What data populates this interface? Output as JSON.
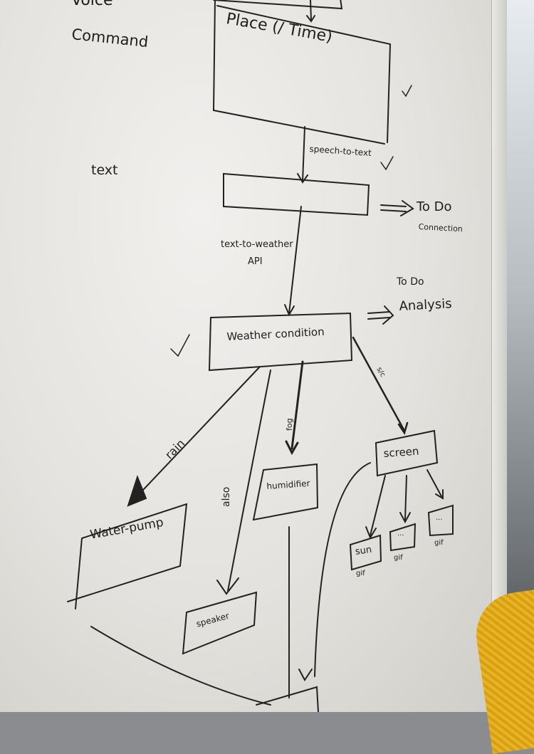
{
  "left_labels": {
    "voice": "Voice",
    "command": "Command",
    "text": "text"
  },
  "boxes": {
    "place_time": "Place (/ Time)",
    "weather_condition": "Weather condition",
    "screen": "screen",
    "humidifier": "humidifier",
    "water_pump": "Water-pump",
    "speaker": "speaker",
    "sun": "sun",
    "gif_placeholder": "..."
  },
  "arrows": {
    "speech_to_text": "speech-to-text",
    "text_to_weather": "text-to-weather",
    "api": "API",
    "rain": "rain",
    "fog": "fog",
    "also": "also",
    "sun_label": "s/c"
  },
  "notes": {
    "todo1": "To Do",
    "connection": "Connection",
    "todo2": "To Do",
    "analysis": "Analysis",
    "check": "✓",
    "gif": "gif"
  }
}
